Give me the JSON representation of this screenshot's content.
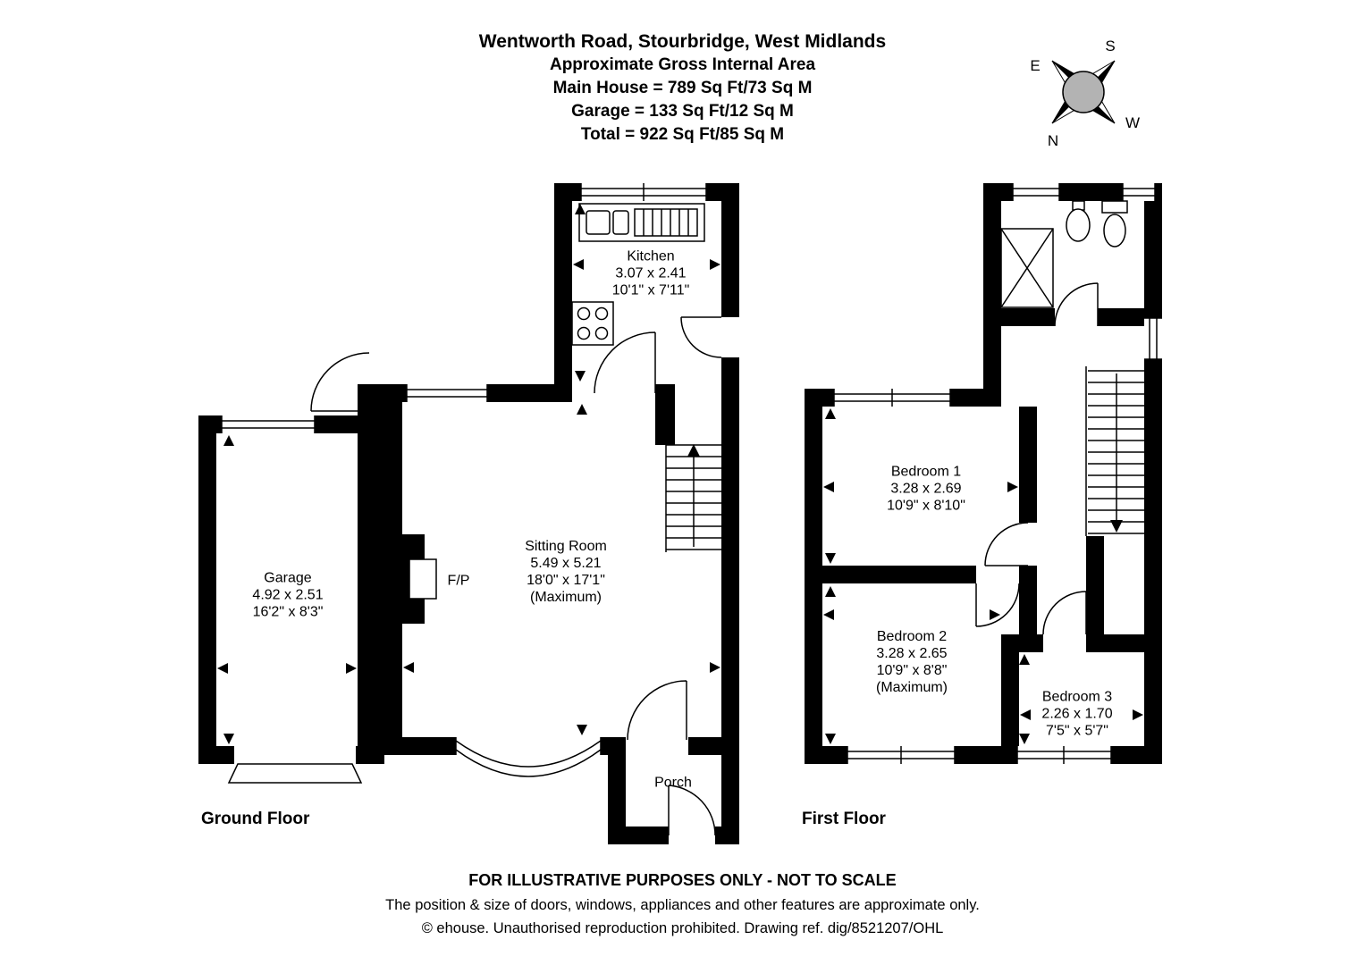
{
  "header": {
    "line1": "Wentworth Road, Stourbridge, West Midlands",
    "line2": "Approximate Gross Internal Area",
    "line3": "Main House = 789 Sq Ft/73 Sq M",
    "line4": "Garage = 133 Sq Ft/12 Sq M",
    "line5": "Total = 922 Sq Ft/85 Sq M"
  },
  "compass": {
    "north": "N",
    "south": "S",
    "east": "E",
    "west": "W"
  },
  "floor_labels": {
    "ground": "Ground Floor",
    "first": "First Floor"
  },
  "rooms": {
    "kitchen": {
      "name": "Kitchen",
      "metric": "3.07 x 2.41",
      "imperial": "10'1\" x 7'11\""
    },
    "sitting_room": {
      "name": "Sitting Room",
      "metric": "5.49 x 5.21",
      "imperial": "18'0\" x 17'1\"",
      "note": "(Maximum)"
    },
    "garage": {
      "name": "Garage",
      "metric": "4.92 x 2.51",
      "imperial": "16'2\" x 8'3\""
    },
    "porch": {
      "name": "Porch"
    },
    "fireplace": {
      "label": "F/P"
    },
    "bedroom1": {
      "name": "Bedroom 1",
      "metric": "3.28 x 2.69",
      "imperial": "10'9\" x 8'10\""
    },
    "bedroom2": {
      "name": "Bedroom 2",
      "metric": "3.28 x 2.65",
      "imperial": "10'9\" x 8'8\"",
      "note": "(Maximum)"
    },
    "bedroom3": {
      "name": "Bedroom 3",
      "metric": "2.26 x 1.70",
      "imperial": "7'5\" x 5'7\""
    }
  },
  "footer": {
    "line1": "FOR ILLUSTRATIVE PURPOSES ONLY - NOT TO SCALE",
    "line2": "The position & size of doors, windows, appliances and other features are approximate only.",
    "line3": "© ehouse. Unauthorised reproduction prohibited. Drawing ref. dig/8521207/OHL"
  }
}
